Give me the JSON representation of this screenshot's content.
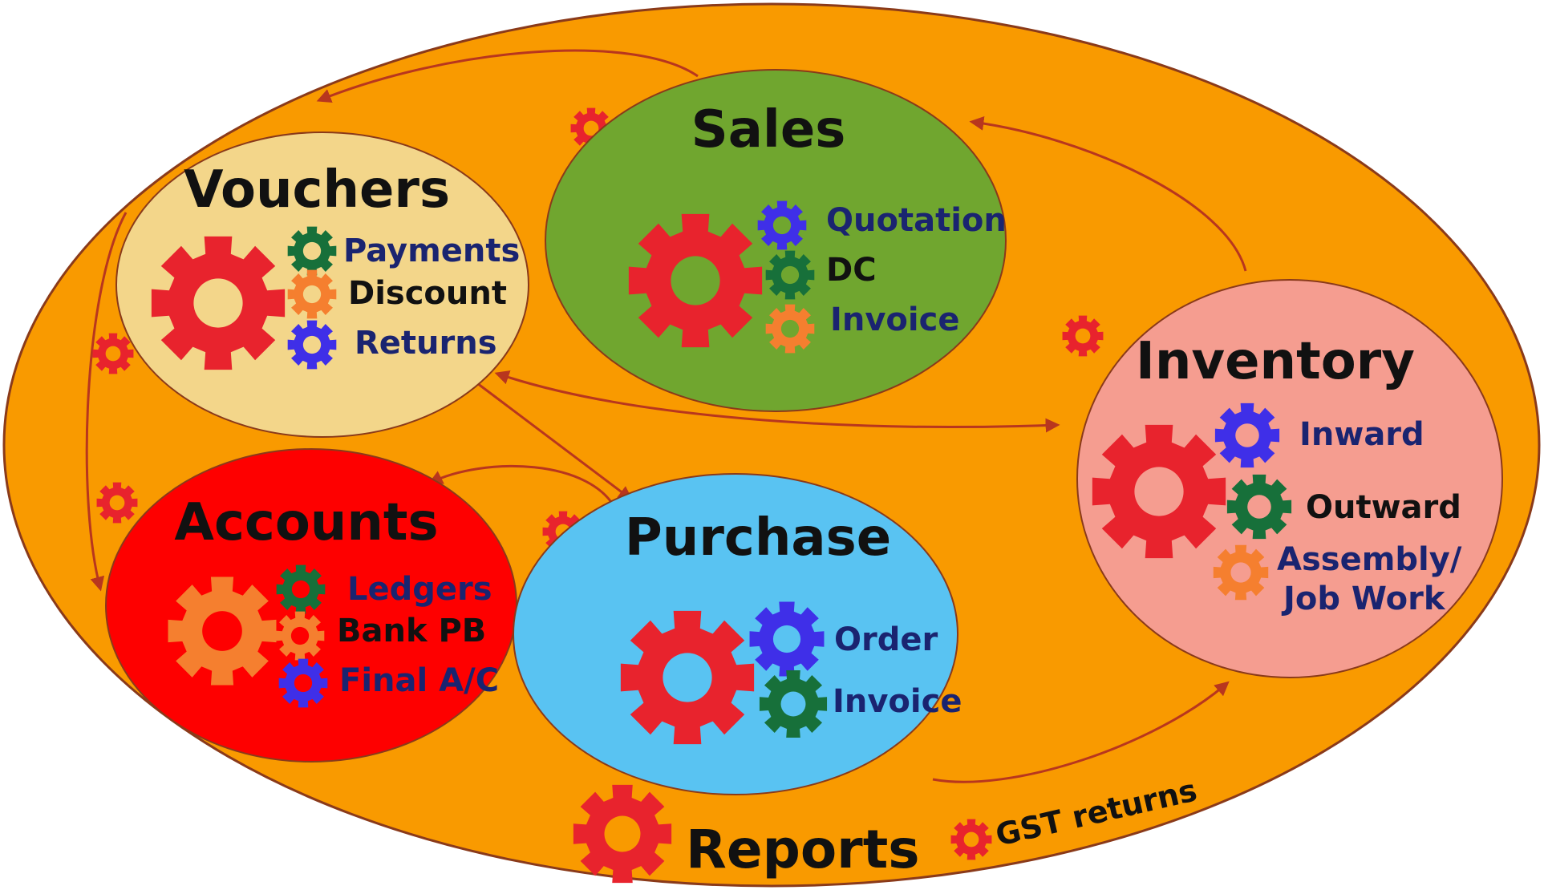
{
  "colors": {
    "outer": "#F99A00",
    "vouchers": "#F3D68A",
    "sales": "#70A62F",
    "inventory": "#F59D90",
    "accounts": "#FE0000",
    "purchase": "#59C3F2",
    "gear_red": "#E8232D",
    "gear_orange": "#F57F2F",
    "gear_blue": "#3F2FE8",
    "gear_green": "#17703A",
    "arrow": "#B8361E"
  },
  "modules": {
    "vouchers": {
      "title": "Vouchers",
      "items": [
        "Payments",
        "Discount",
        "Returns"
      ]
    },
    "sales": {
      "title": "Sales",
      "items": [
        "Quotation",
        "DC",
        "Invoice"
      ]
    },
    "inventory": {
      "title": "Inventory",
      "items": [
        "Inward",
        "Outward",
        "Assembly/",
        "Job Work"
      ]
    },
    "accounts": {
      "title": "Accounts",
      "items": [
        "Ledgers",
        "Bank PB",
        "Final A/C"
      ]
    },
    "purchase": {
      "title": "Purchase",
      "items": [
        "Order",
        "Invoice"
      ]
    }
  },
  "reports": {
    "title": "Reports",
    "gst": "GST returns"
  },
  "icons": [
    "gear-icon"
  ]
}
